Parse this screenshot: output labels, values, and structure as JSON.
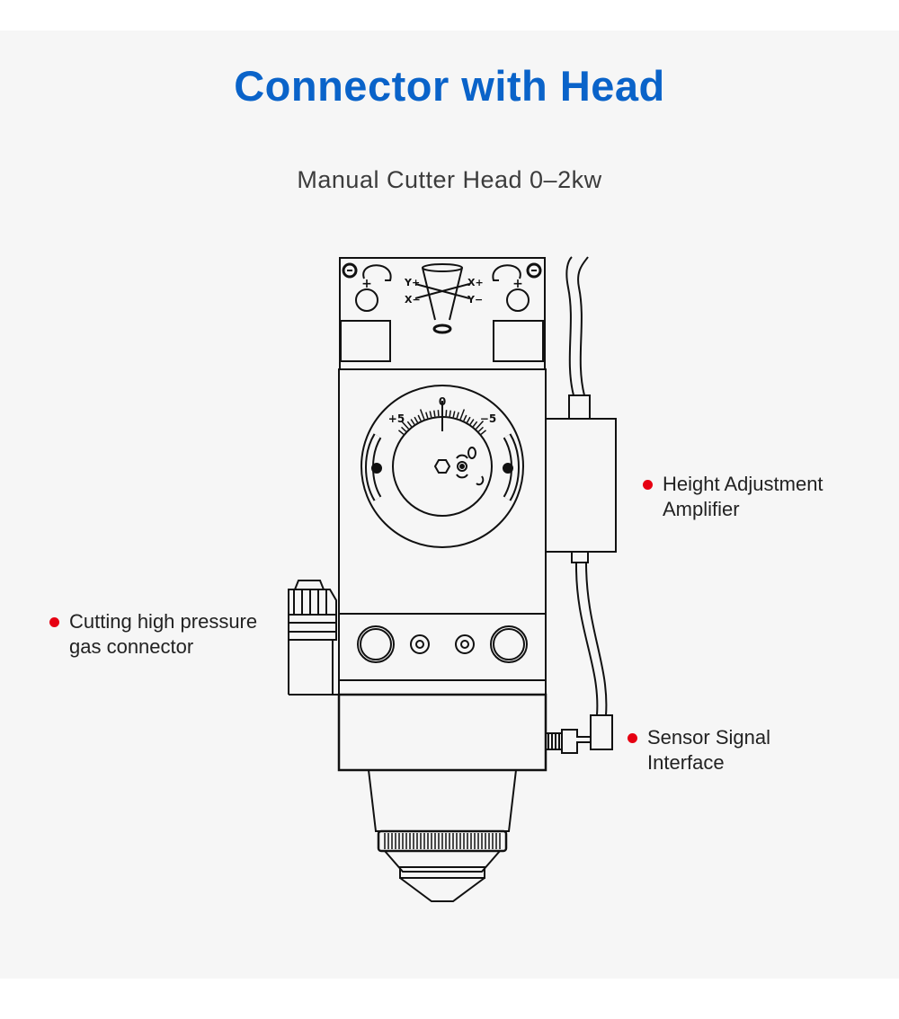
{
  "title": "Connector with Head",
  "subtitle": "Manual Cutter Head 0–2kw",
  "labels": {
    "height_amplifier": {
      "line1": "Height Adjustment",
      "line2": "Amplifier"
    },
    "gas_connector": {
      "line1": "Cutting high pressure",
      "line2": "gas connector"
    },
    "sensor_interface": {
      "line1": "Sensor Signal",
      "line2": "Interface"
    }
  },
  "colors": {
    "title": "#0a63c9",
    "bullet": "#e60012",
    "panel_background": "#f6f6f6",
    "line_art": "#111111"
  }
}
